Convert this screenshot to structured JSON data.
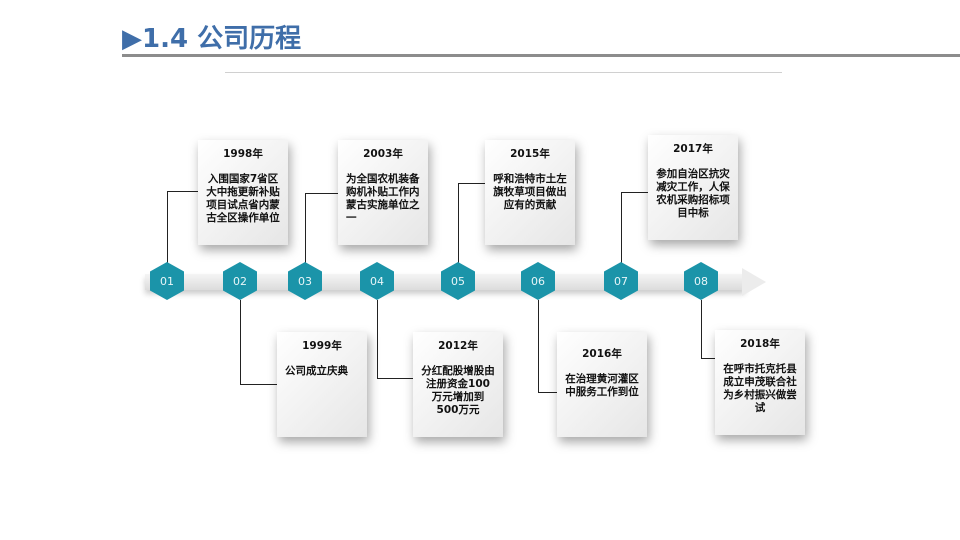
{
  "title": "▶1.4 公司历程",
  "nodes": [
    "01",
    "02",
    "03",
    "04",
    "05",
    "06",
    "07",
    "08"
  ],
  "events": [
    {
      "year": "1998年",
      "text": "入围国家7省区大中拖更新补贴项目试点省内蒙古全区操作单位"
    },
    {
      "year": "1999年",
      "text": "公司成立庆典"
    },
    {
      "year": "2003年",
      "text": "为全国农机装备购机补贴工作内蒙古实施单位之一"
    },
    {
      "year": "2012年",
      "text": "分红配股增股由注册资金100万元增加到500万元"
    },
    {
      "year": "2015年",
      "text": "呼和浩特市土左旗牧草项目做出应有的贡献"
    },
    {
      "year": "2016年",
      "text": "在治理黄河灌区中服务工作到位"
    },
    {
      "year": "2017年",
      "text": "参加自治区抗灾减灾工作，人保农机采购招标项目中标"
    },
    {
      "year": "2018年",
      "text": "在呼市托克托县成立申茂联合社为乡村振兴做尝试"
    }
  ]
}
